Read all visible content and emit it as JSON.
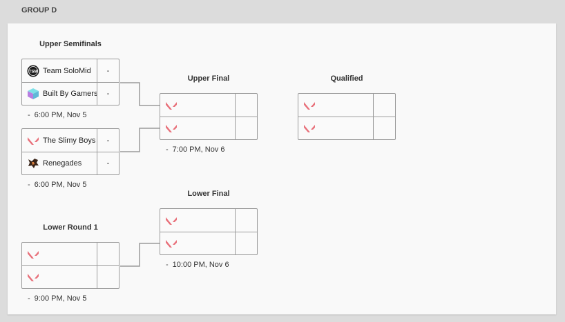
{
  "group": {
    "title": "GROUP D"
  },
  "rounds": {
    "upper_semifinals": "Upper Semifinals",
    "upper_final": "Upper Final",
    "qualified": "Qualified",
    "lower_final": "Lower Final",
    "lower_round_1": "Lower Round 1"
  },
  "matches": {
    "usf1": {
      "team1": {
        "name": "Team SoloMid",
        "score": "-",
        "logo": "tsm-logo-icon"
      },
      "team2": {
        "name": "Built By Gamers",
        "score": "-",
        "logo": "bbg-logo-icon"
      },
      "dash": "-",
      "time": "6:00 PM, Nov 5"
    },
    "usf2": {
      "team1": {
        "name": "The Slimy Boys",
        "score": "-",
        "logo": "valorant-logo-icon"
      },
      "team2": {
        "name": "Renegades",
        "score": "-",
        "logo": "renegades-logo-icon"
      },
      "dash": "-",
      "time": "6:00 PM, Nov 5"
    },
    "uf": {
      "dash": "-",
      "time": "7:00 PM, Nov 6"
    },
    "q": {},
    "lf": {
      "dash": "-",
      "time": "10:00 PM, Nov 6"
    },
    "lr1": {
      "dash": "-",
      "time": "9:00 PM, Nov 5"
    }
  },
  "colors": {
    "valorant_red": "#e8707a",
    "border": "#9a9a9a",
    "background": "#dcdcdc",
    "panel": "#f9f9f9"
  }
}
